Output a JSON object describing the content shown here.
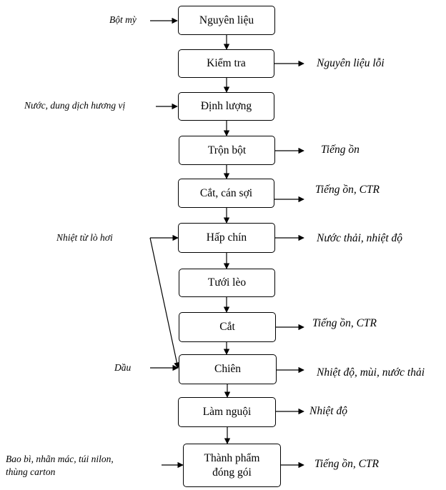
{
  "steps": [
    {
      "label": "Nguyên liệu"
    },
    {
      "label": "Kiểm tra"
    },
    {
      "label": "Định lượng"
    },
    {
      "label": "Trộn bột"
    },
    {
      "label": "Cắt, cán sợi"
    },
    {
      "label": "Hấp chín"
    },
    {
      "label": "Tưới lèo"
    },
    {
      "label": "Cắt"
    },
    {
      "label": "Chiên"
    },
    {
      "label": "Làm nguội"
    },
    {
      "label": "Thành phẩm\nđóng gói"
    }
  ],
  "inputs": [
    {
      "label": "Bột mỳ"
    },
    {
      "label": "Nước, dung dịch hương vị"
    },
    {
      "label": "Nhiệt từ lò hơi"
    },
    {
      "label": "Dầu"
    },
    {
      "label": "Bao bì, nhãn mác, túi nilon,\nthùng carton"
    }
  ],
  "outputs": [
    {
      "label": "Nguyên liệu lỗi"
    },
    {
      "label": "Tiếng ồn"
    },
    {
      "label": "Tiếng ồn, CTR"
    },
    {
      "label": "Nước thải, nhiệt độ"
    },
    {
      "label": "Tiếng ồn, CTR"
    },
    {
      "label": "Nhiệt độ, mùi, nước thải"
    },
    {
      "label": "Nhiệt độ"
    },
    {
      "label": "Tiếng ồn, CTR"
    }
  ]
}
